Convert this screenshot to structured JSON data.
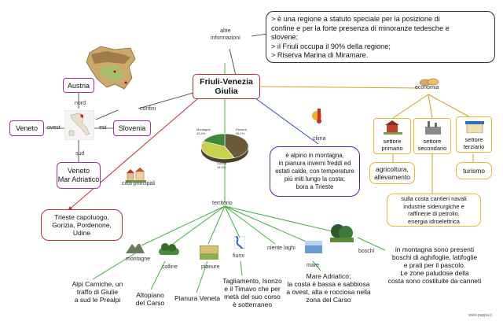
{
  "concept_map": {
    "central": "Friuli-Venezia\nGiulia",
    "info_link": "altre\ninformazioni",
    "info_box": [
      "> è una regione a statuto speciale per la posizione di",
      "confine e per la forte presenza di minoranze tedesche e",
      "slovene;",
      "> il Friuli occupa il 90% della regione;",
      "> Riserva Marina di Miramare."
    ],
    "confini": {
      "link": "confini",
      "nord": "nord",
      "est": "est",
      "ovest": "ovest",
      "sud": "sud",
      "austria": "Austria",
      "veneto": "Veneto",
      "slovenia": "Slovenia",
      "veneto_mar": "Veneto\nMar Adriatico"
    },
    "citta": {
      "link": "città principali",
      "box": "Trieste capoluogo,\nGorizia, Pordenone,\nUdine"
    },
    "clima": {
      "link": "clima",
      "box": "è alpino in montagna,\nin pianura inverni freddi ed\nestati calde, con temperature\npiù miti lungo la costa;\nbora a Trieste"
    },
    "pie": {
      "labels": [
        "Montagne 43,4%",
        "Pianura 38,1%",
        "Collina 18,5%"
      ],
      "values": [
        43.4,
        38.1,
        18.5
      ]
    },
    "economia": {
      "link": "economia",
      "primario": "settore\nprimario",
      "secondario": "settore\nsecondario",
      "terziario": "settore\nterziario",
      "primario_box": "agricoltura,\nallevamento",
      "turismo_box": "turismo",
      "secondario_box": "sulla costa cantieri navali\nindustrie siderurgiche e\nraffinerie di petrolio,\nenergia idroelettrica"
    },
    "territorio": {
      "link": "territorio",
      "montagne": "montagne",
      "colline": "colline",
      "pianure": "pianure",
      "fiumi": "fiumi",
      "laghi": "niente laghi",
      "mare": "mare",
      "boschi": "boschi",
      "montagne_txt": "Alpi Carniche, un\ntraffo di Giulie\na sud le Prealpi",
      "colline_txt": "Altopiano\ndel Carso",
      "pianure_txt": "Pianura Veneta",
      "fiumi_txt": "Tagliamento, Isonzo\ne il Timavo che per\nmetà del suo corso\nè sotterraneo",
      "mare_txt": "Mare Adriatico;\nla costa è bassa e sabbiosa\na ovest, alta e rocciosa nella\nzona del Carso",
      "boschi_txt": "in montagna sono presenti\nboschi di aghifoglie, latifoglie\ne prati per il pascolo.\nLe zone paludose della\ncosta sono costituite da canneti"
    },
    "credit": "www.pappa.it"
  },
  "colors": {
    "central_border": "#b03030",
    "austria_border": "#a0309a",
    "clima_border": "#3030b0",
    "citta_border": "#c03030",
    "economia_border": "#e8b830",
    "territorio_line": "#40b040",
    "clima_line": "#3050c0",
    "citta_line": "#c03030",
    "economia_line": "#d0a020"
  }
}
